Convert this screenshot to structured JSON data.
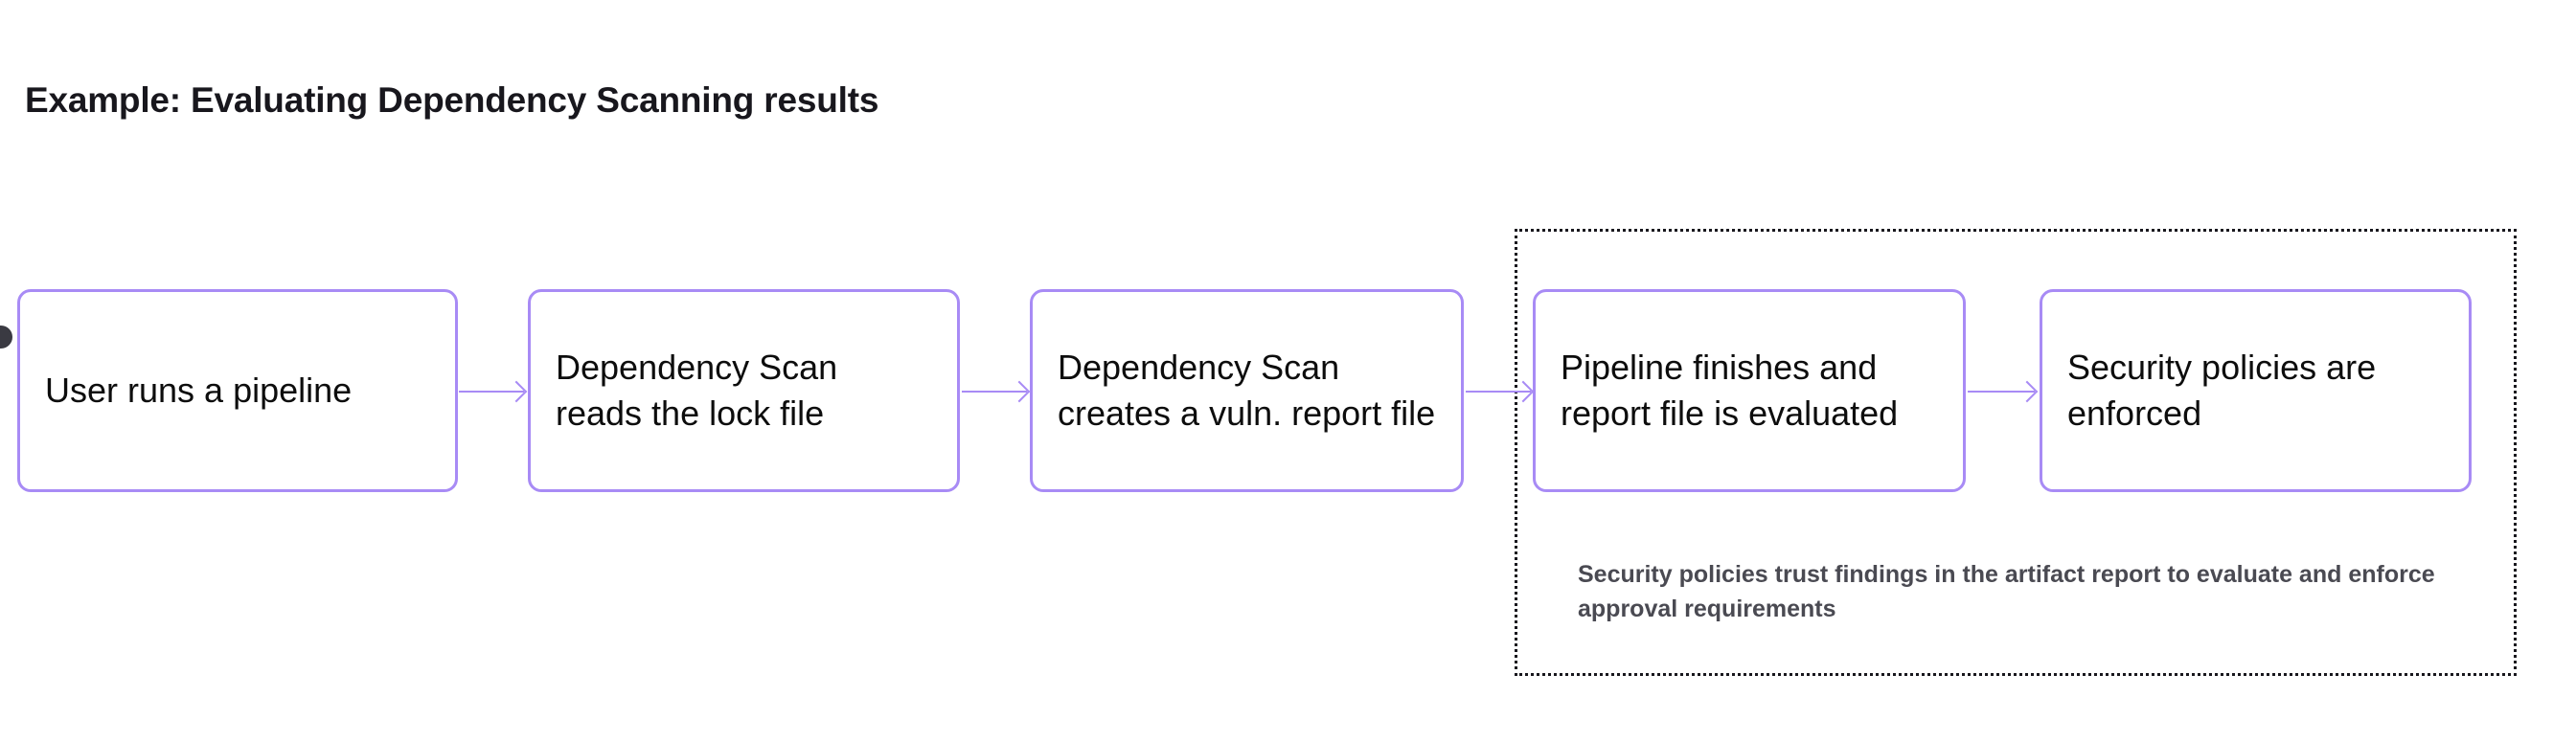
{
  "page": {
    "title": "Example: Evaluating Dependency Scanning results",
    "background_color": "#ffffff"
  },
  "theme": {
    "node_border": "#a88bf5",
    "node_fill": "#ffffff",
    "node_text": "#0d0d0d",
    "arrow_color": "#a88bf5",
    "group_border": "#18171d",
    "caption_text": "#4a4a52",
    "title_text": "#18171d",
    "handle_color": "#3a3a42"
  },
  "diagram": {
    "type": "flowchart",
    "direction": "left-to-right",
    "nodes": [
      {
        "id": "box-1",
        "label": "User runs a pipeline"
      },
      {
        "id": "box-2",
        "label": "Dependency Scan reads the lock file"
      },
      {
        "id": "box-3",
        "label": "Dependency Scan creates a vuln. report file"
      },
      {
        "id": "box-4",
        "label": "Pipeline finishes and report file is evaluated"
      },
      {
        "id": "box-5",
        "label": "Security policies are enforced"
      }
    ],
    "edges": [
      {
        "id": "conn-1",
        "from": "box-1",
        "to": "box-2",
        "style": "arrow"
      },
      {
        "id": "conn-2",
        "from": "box-2",
        "to": "box-3",
        "style": "arrow"
      },
      {
        "id": "conn-3",
        "from": "box-3",
        "to": "box-4",
        "style": "arrow"
      },
      {
        "id": "conn-4",
        "from": "box-4",
        "to": "box-5",
        "style": "arrow"
      }
    ],
    "group": {
      "id": "security-policy-group",
      "border_style": "dotted",
      "contains": [
        "box-4",
        "box-5"
      ],
      "caption": "Security policies trust findings in the artifact report to evaluate and enforce approval requirements"
    }
  }
}
